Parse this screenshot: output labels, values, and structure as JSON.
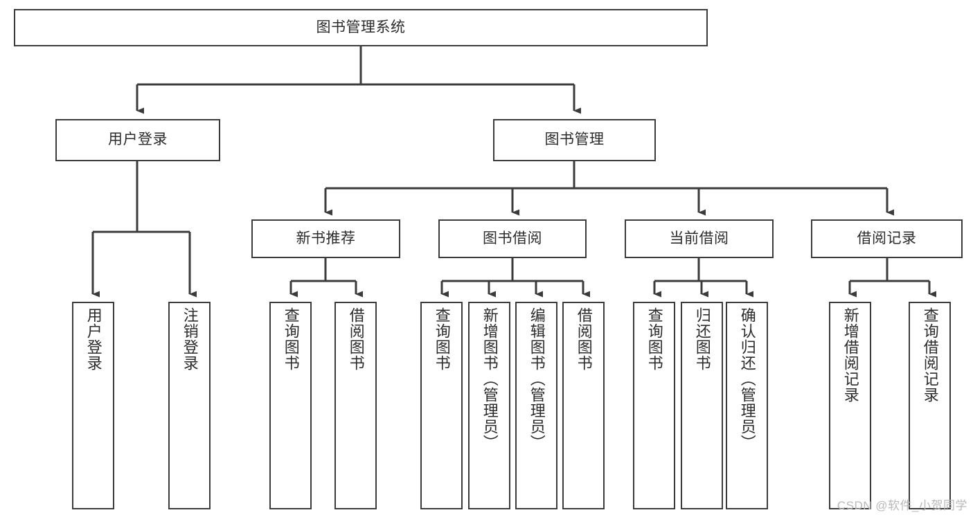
{
  "diagram": {
    "type": "tree-hierarchy",
    "root": {
      "label": "图书管理系统"
    },
    "level1": [
      {
        "label": "用户登录"
      },
      {
        "label": "图书管理"
      }
    ],
    "level2": [
      {
        "label": "新书推荐"
      },
      {
        "label": "图书借阅"
      },
      {
        "label": "当前借阅"
      },
      {
        "label": "借阅记录"
      }
    ],
    "leaves": {
      "user_login": [
        {
          "label": "用户登录"
        },
        {
          "label": "注销登录"
        }
      ],
      "new_book_recommend": [
        {
          "label": "查询图书"
        },
        {
          "label": "借阅图书"
        }
      ],
      "book_borrow": [
        {
          "label": "查询图书"
        },
        {
          "label": "新增图书（管理员）"
        },
        {
          "label": "编辑图书（管理员）"
        },
        {
          "label": "借阅图书"
        }
      ],
      "current_borrow": [
        {
          "label": "查询图书"
        },
        {
          "label": "归还图书"
        },
        {
          "label": "确认归还（管理员）"
        }
      ],
      "borrow_record": [
        {
          "label": "新增借阅记录"
        },
        {
          "label": "查询借阅记录"
        }
      ]
    }
  },
  "watermark": {
    "text": "CSDN @软件_小贺同学"
  },
  "colors": {
    "stroke": "#3b3b3b",
    "text": "#2b2b2b",
    "background": "#ffffff",
    "watermark": "#b9b9b9"
  }
}
